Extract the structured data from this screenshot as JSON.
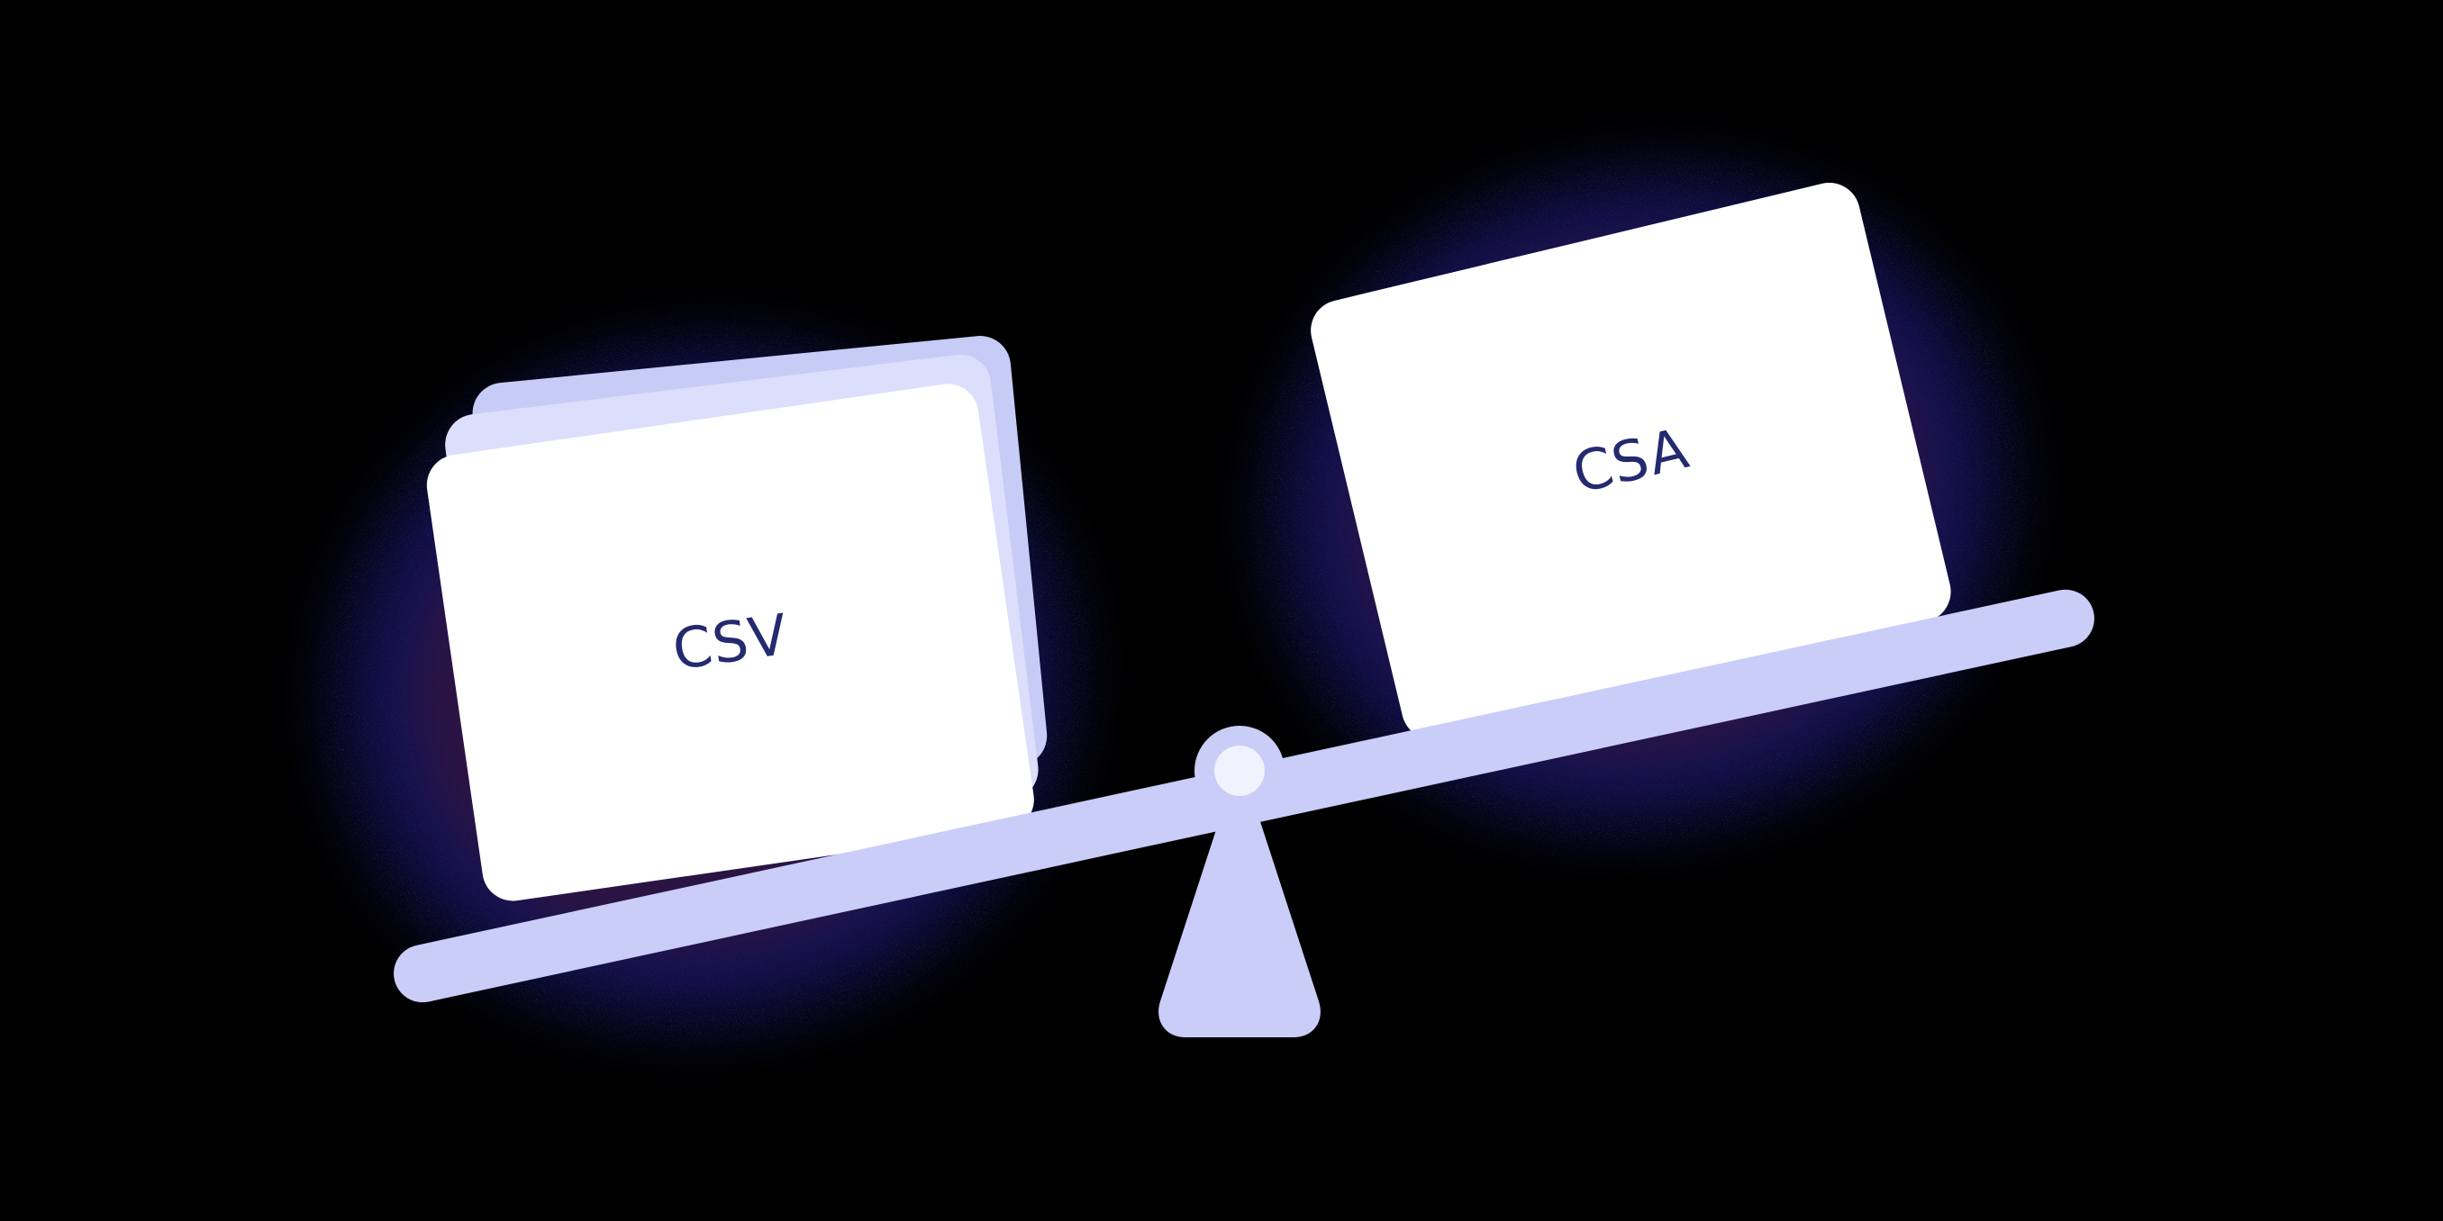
{
  "illustration": {
    "title": "CSV versus CSA balance scale",
    "background_color": "#000000",
    "accent_color": "#c9cdf7",
    "text_color": "#232a6e",
    "card_color": "#ffffff",
    "halo_colors": [
      "#1c1446",
      "#401a56",
      "#1e1e96"
    ]
  },
  "left_pan": {
    "label": "CSV",
    "cards": [
      {
        "name": "back-card",
        "color": "#c7ccf6"
      },
      {
        "name": "mid-card",
        "color": "#dcdffb"
      },
      {
        "name": "front-card",
        "color": "#ffffff"
      }
    ]
  },
  "right_pan": {
    "label": "CSA",
    "cards": [
      {
        "name": "front-card",
        "color": "#ffffff"
      }
    ]
  },
  "balance": {
    "beam_name": "balance-beam",
    "beam_color": "#c9cdf7",
    "fulcrum_name": "fulcrum-triangle",
    "fulcrum_color": "#c9cdf7",
    "pivot_color": "#c9cdf7",
    "pivot_dot_color": "#f0f2fd",
    "tilt_degrees": "-12.2",
    "heavier_side": "CSV"
  }
}
